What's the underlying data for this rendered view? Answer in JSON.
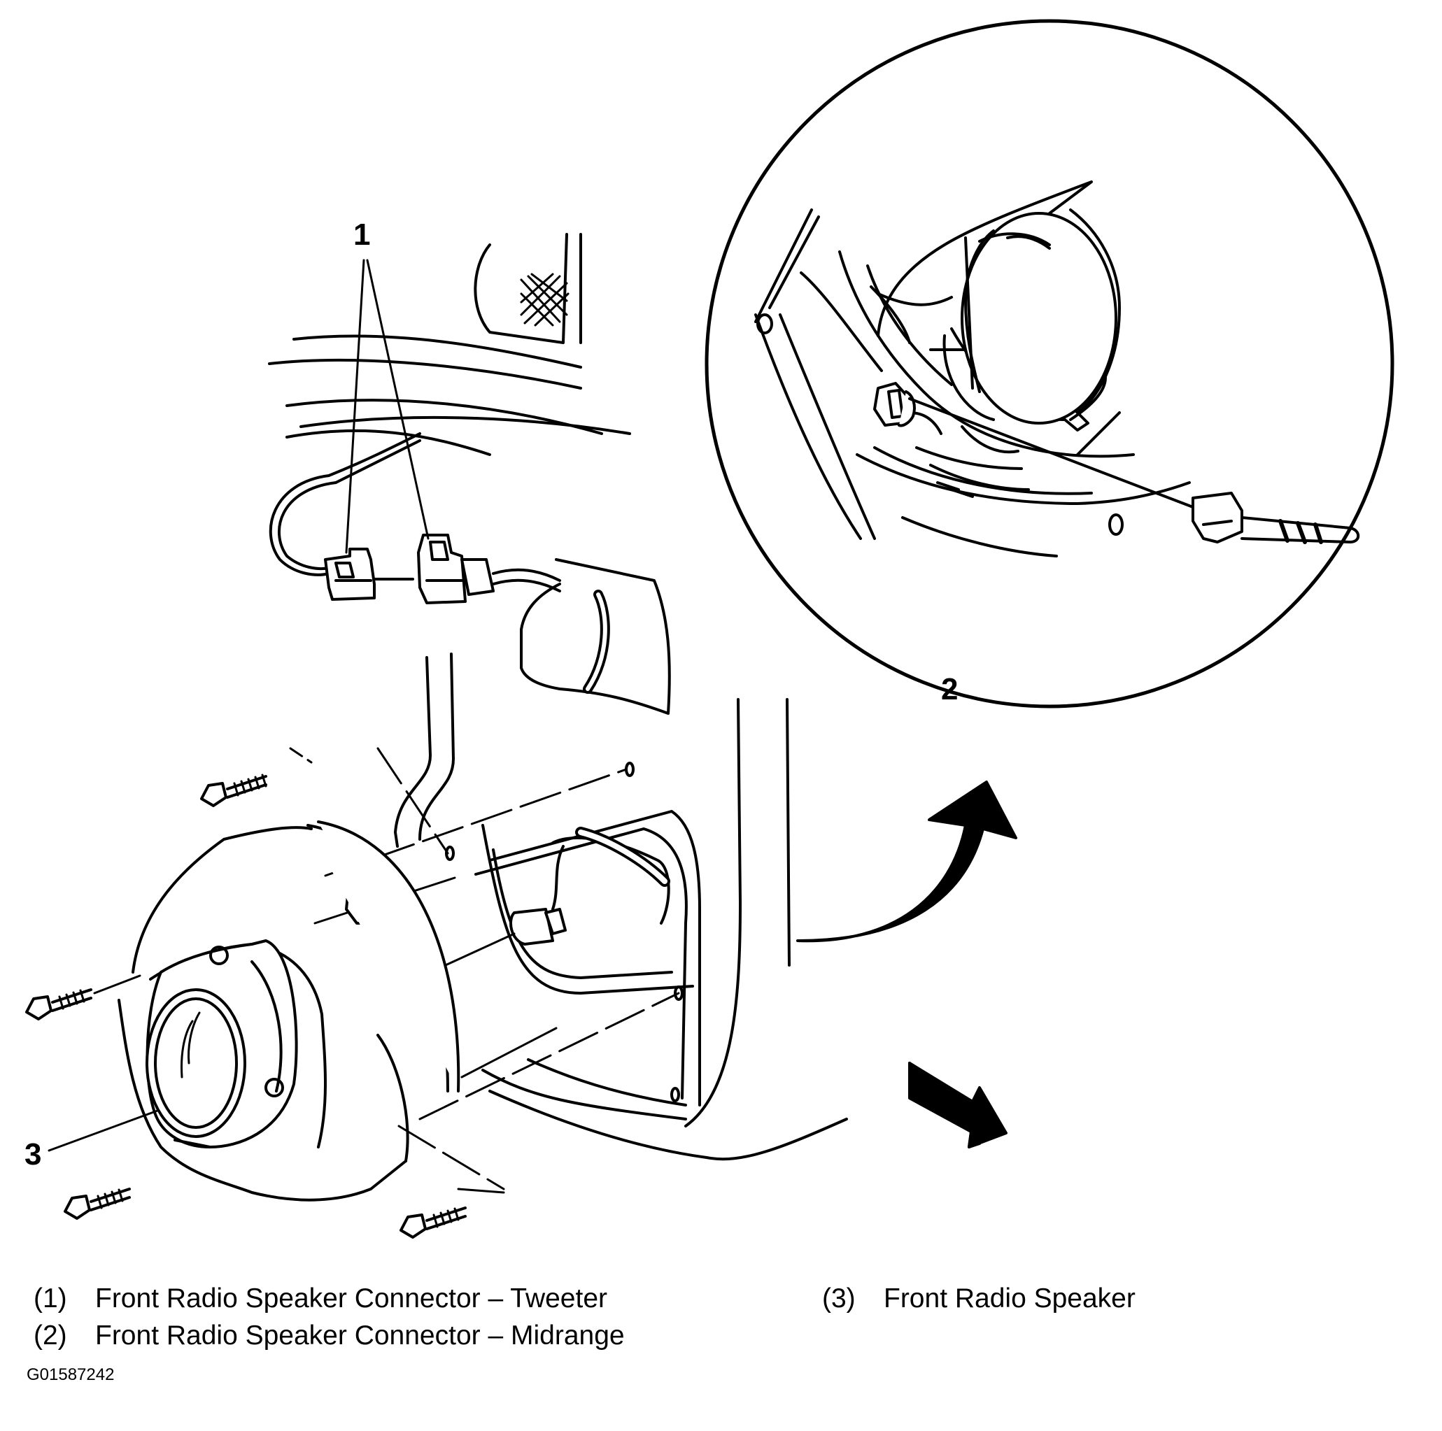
{
  "callouts": {
    "c1": "1",
    "c2": "2",
    "c3": "3"
  },
  "legend": [
    {
      "num": "(1)",
      "text": "Front Radio Speaker Connector – Tweeter"
    },
    {
      "num": "(2)",
      "text": "Front Radio Speaker Connector – Midrange"
    },
    {
      "num": "(3)",
      "text": "Front Radio Speaker"
    }
  ],
  "figure_id": "G01587242",
  "colors": {
    "ink": "#000000",
    "paper": "#ffffff"
  }
}
